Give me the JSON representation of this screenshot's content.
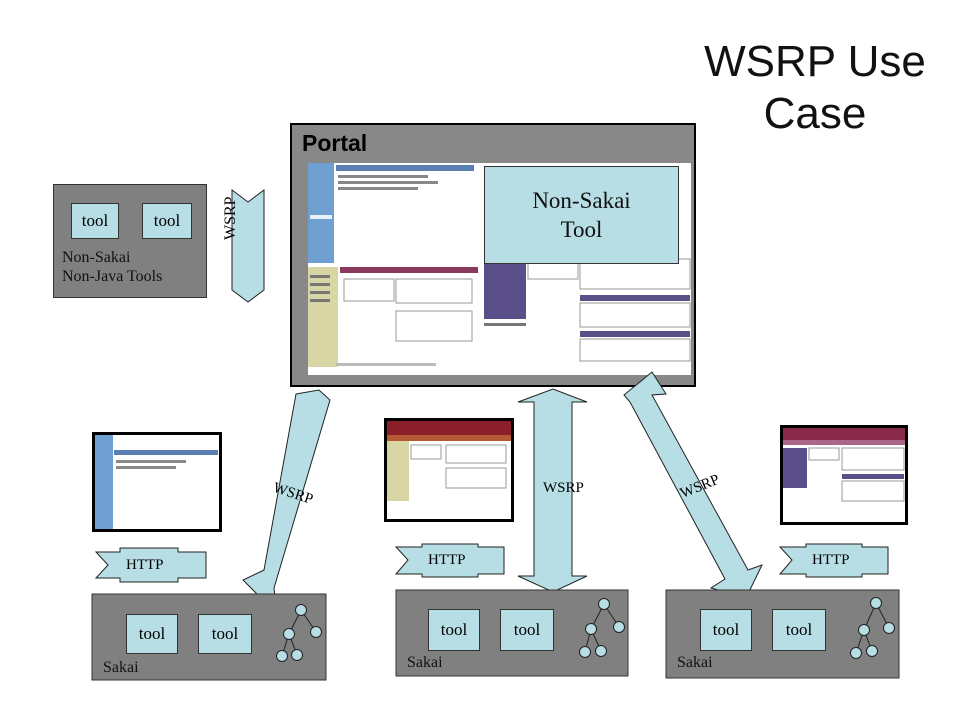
{
  "title_line1": "WSRP Use",
  "title_line2": "Case",
  "portal": {
    "title": "Portal",
    "nonsakai_tool_line1": "Non-Sakai",
    "nonsakai_tool_line2": "Tool"
  },
  "nonsakai_box": {
    "tool1": "tool",
    "tool2": "tool",
    "label_line1": "Non-Sakai",
    "label_line2": "Non-Java Tools"
  },
  "arrows": {
    "left_wsrp": "WSRP",
    "diag_left_wsrp": "WSRP",
    "center_wsrp": "WSRP",
    "diag_right_wsrp": "WSRP",
    "http_left": "HTTP",
    "http_center": "HTTP",
    "http_right": "HTTP"
  },
  "sakai_boxes": [
    {
      "tool1": "tool",
      "tool2": "tool",
      "label": "Sakai"
    },
    {
      "tool1": "tool",
      "tool2": "tool",
      "label": "Sakai"
    },
    {
      "tool1": "tool",
      "tool2": "tool",
      "label": "Sakai"
    }
  ],
  "colors": {
    "tool_fill": "#b7dde5",
    "box_gray": "#808080",
    "arrow_fill": "#b7dde5",
    "portal_nav": "#5b4f8a"
  }
}
